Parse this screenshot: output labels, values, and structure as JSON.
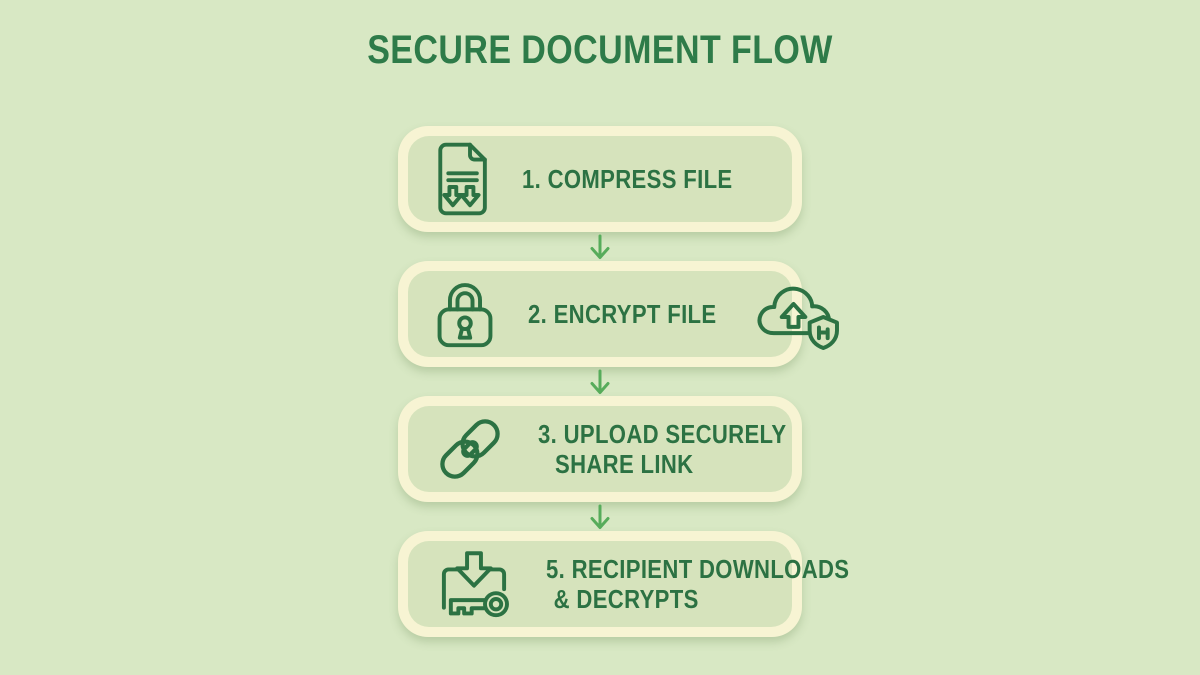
{
  "title": "SECURE DOCUMENT FLOW",
  "colors": {
    "bg": "#d8e8c4",
    "box_fill": "#d6e3bc",
    "box_border": "#f7f4d3",
    "ink": "#2c7243",
    "title_ink": "#2e7b49",
    "arrow": "#57ac5b"
  },
  "steps": [
    {
      "icon": "file-compress-icon",
      "lines": [
        "1. COMPRESS FILE"
      ]
    },
    {
      "icon": "lock-icon",
      "lines": [
        "2. ENCRYPT FILE"
      ],
      "secondary_icon": "cloud-upload-shield-icon"
    },
    {
      "icon": "link-icon",
      "lines": [
        "3. UPLOAD SECURELY",
        "SHARE LINK"
      ]
    },
    {
      "icon": "download-key-icon",
      "lines": [
        "5. RECIPIENT DOWNLOADS",
        "& DECRYPTS"
      ]
    }
  ]
}
